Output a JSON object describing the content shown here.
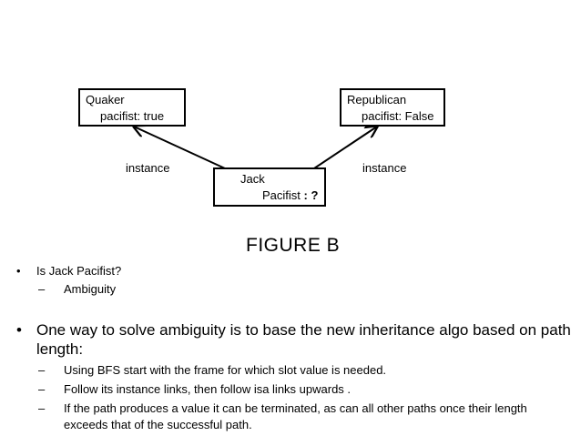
{
  "diagram": {
    "nodes": [
      {
        "id": "quaker",
        "title": "Quaker",
        "slot": "pacifist: true"
      },
      {
        "id": "republican",
        "title": "Republican",
        "slot": "pacifist: False"
      },
      {
        "id": "jack",
        "title": "Jack",
        "slot": "Pacifist",
        "slot_sep": " : ",
        "slot_value": "?"
      }
    ],
    "edges": [
      {
        "from": "jack",
        "to": "quaker",
        "label": "instance"
      },
      {
        "from": "jack",
        "to": "republican",
        "label": "instance"
      }
    ],
    "figure_title": "FIGURE B"
  },
  "bullets": [
    {
      "marker": "•",
      "text": "Is Jack  Pacifist?",
      "subs": [
        {
          "marker": "–",
          "text": "Ambiguity"
        }
      ]
    },
    {
      "marker": "•",
      "text": "One way to solve ambiguity is to base the new inheritance algo based on path length:",
      "subs": [
        {
          "marker": "–",
          "text": "Using BFS start with the frame for which slot value is needed."
        },
        {
          "marker": "–",
          "text": "Follow its instance links, then follow isa links upwards ."
        },
        {
          "marker": "–",
          "text": "If the path produces a value it can be terminated, as can all other paths once their length exceeds that of the successful path."
        }
      ]
    }
  ]
}
